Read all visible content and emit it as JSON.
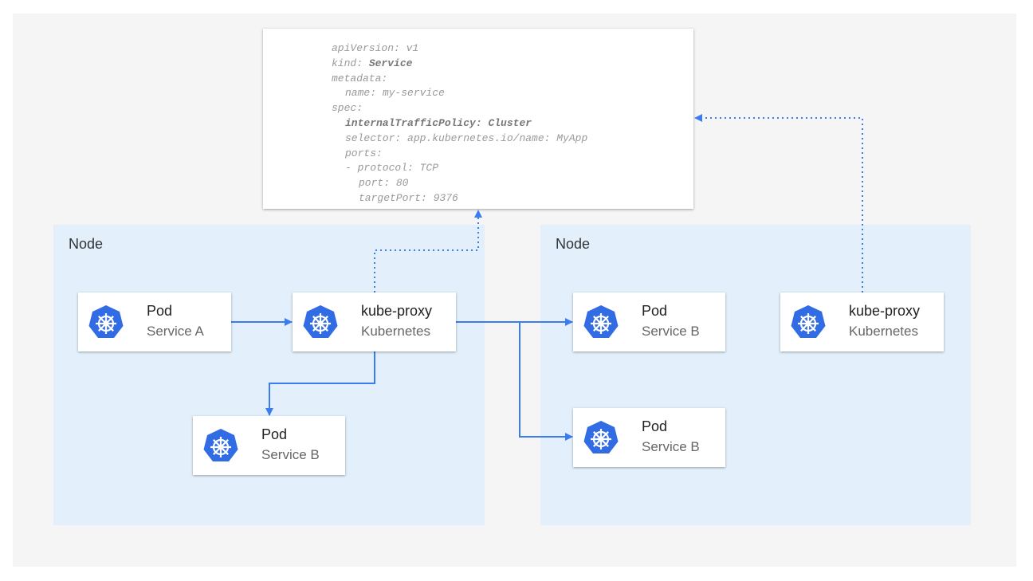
{
  "colors": {
    "accent": "#3b7cf0",
    "node_bg": "#e3f0fc",
    "panel_bg": "#f5f5f5",
    "k8s_blue": "#326ce5"
  },
  "yaml": {
    "lines": [
      {
        "key": "apiVersion:",
        "value": " v1",
        "bold": false,
        "indent": 0
      },
      {
        "key": "kind:",
        "value": " Service",
        "bold": "value",
        "indent": 0
      },
      {
        "key": "metadata:",
        "value": "",
        "bold": false,
        "indent": 0
      },
      {
        "key": "name:",
        "value": " my-service",
        "bold": false,
        "indent": 1
      },
      {
        "key": "spec:",
        "value": "",
        "bold": false,
        "indent": 0
      },
      {
        "key": "internalTrafficPolicy:",
        "value": " Cluster",
        "bold": "all",
        "indent": 1
      },
      {
        "key": "selector:",
        "value": " app.kubernetes.io/name: MyApp",
        "bold": false,
        "indent": 1
      },
      {
        "key": "ports:",
        "value": "",
        "bold": false,
        "indent": 1
      },
      {
        "key": "- protocol:",
        "value": " TCP",
        "bold": false,
        "indent": 1
      },
      {
        "key": "port:",
        "value": " 80",
        "bold": false,
        "indent": 2
      },
      {
        "key": "targetPort:",
        "value": " 9376",
        "bold": false,
        "indent": 2
      }
    ]
  },
  "nodes": [
    {
      "label": "Node"
    },
    {
      "label": "Node"
    }
  ],
  "cards": [
    {
      "title": "Pod",
      "subtitle": "Service A",
      "icon": "kubernetes-icon"
    },
    {
      "title": "kube-proxy",
      "subtitle": "Kubernetes",
      "icon": "kubernetes-icon"
    },
    {
      "title": "Pod",
      "subtitle": "Service B",
      "icon": "kubernetes-icon"
    },
    {
      "title": "Pod",
      "subtitle": "Service B",
      "icon": "kubernetes-icon"
    },
    {
      "title": "Pod",
      "subtitle": "Service B",
      "icon": "kubernetes-icon"
    },
    {
      "title": "kube-proxy",
      "subtitle": "Kubernetes",
      "icon": "kubernetes-icon"
    }
  ]
}
